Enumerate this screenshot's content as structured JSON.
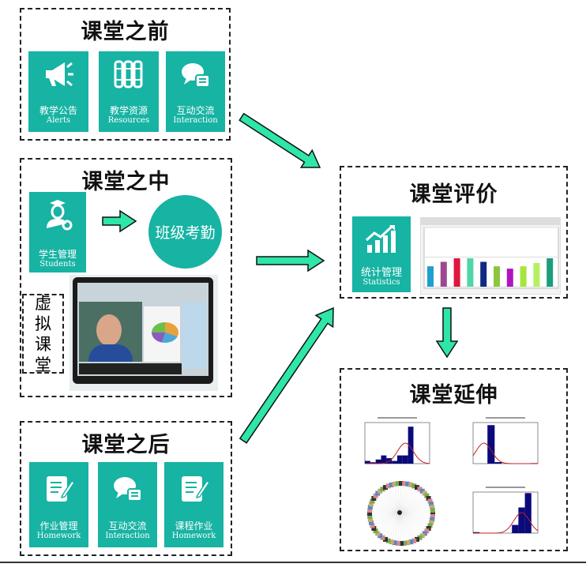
{
  "before": {
    "title": "课堂之前",
    "tiles": [
      {
        "cn": "教学公告",
        "en": "Alerts",
        "icon": "megaphone-icon"
      },
      {
        "cn": "教学资源",
        "en": "Resources",
        "icon": "books-icon"
      },
      {
        "cn": "互动交流",
        "en": "Interaction",
        "icon": "chat-icon"
      }
    ]
  },
  "during": {
    "title": "课堂之中",
    "student": {
      "cn": "学生管理",
      "en": "Students",
      "icon": "student-icon"
    },
    "attendance": "班级考勤",
    "virtual": [
      "虚",
      "拟",
      "课",
      "堂"
    ]
  },
  "after": {
    "title": "课堂之后",
    "tiles": [
      {
        "cn": "作业管理",
        "en": "Homework",
        "icon": "homework-icon"
      },
      {
        "cn": "互动交流",
        "en": "Interaction",
        "icon": "chat-icon"
      },
      {
        "cn": "课程作业",
        "en": "Homework",
        "icon": "homework-icon"
      }
    ]
  },
  "evaluation": {
    "title": "课堂评价",
    "tile": {
      "cn": "统计管理",
      "en": "Statistics",
      "icon": "chart-icon"
    }
  },
  "extension": {
    "title": "课堂延伸"
  },
  "colors": {
    "teal": "#17b3a3",
    "arrow": "#2ee6a8"
  },
  "chart_data": [
    {
      "type": "bar",
      "values": [
        0.69,
        0.84,
        0.96,
        0.96,
        0.84,
        0.69,
        0.61,
        0.69,
        0.8,
        0.96
      ],
      "colors": [
        "#1e9fd0",
        "#9b4a8f",
        "#e0163f",
        "#4fd6a8",
        "#102a80",
        "#8cc63e",
        "#b015c0",
        "#a6e63c",
        "#b5f060",
        "#1a9e7c"
      ],
      "ylim": [
        0,
        2
      ]
    },
    {
      "type": "bar",
      "values": [
        2,
        1,
        3,
        6,
        4,
        2,
        6,
        6,
        27,
        0,
        0,
        0
      ],
      "ylim": [
        0,
        30
      ]
    },
    {
      "type": "bar",
      "values": [
        0,
        0,
        75,
        3,
        0,
        0,
        0,
        0,
        1
      ],
      "ylim": [
        0,
        80
      ]
    },
    {
      "type": "bar",
      "values": [
        1,
        0,
        0,
        0,
        0,
        0,
        8,
        25,
        39,
        0
      ],
      "ylim": [
        0,
        40
      ]
    }
  ]
}
